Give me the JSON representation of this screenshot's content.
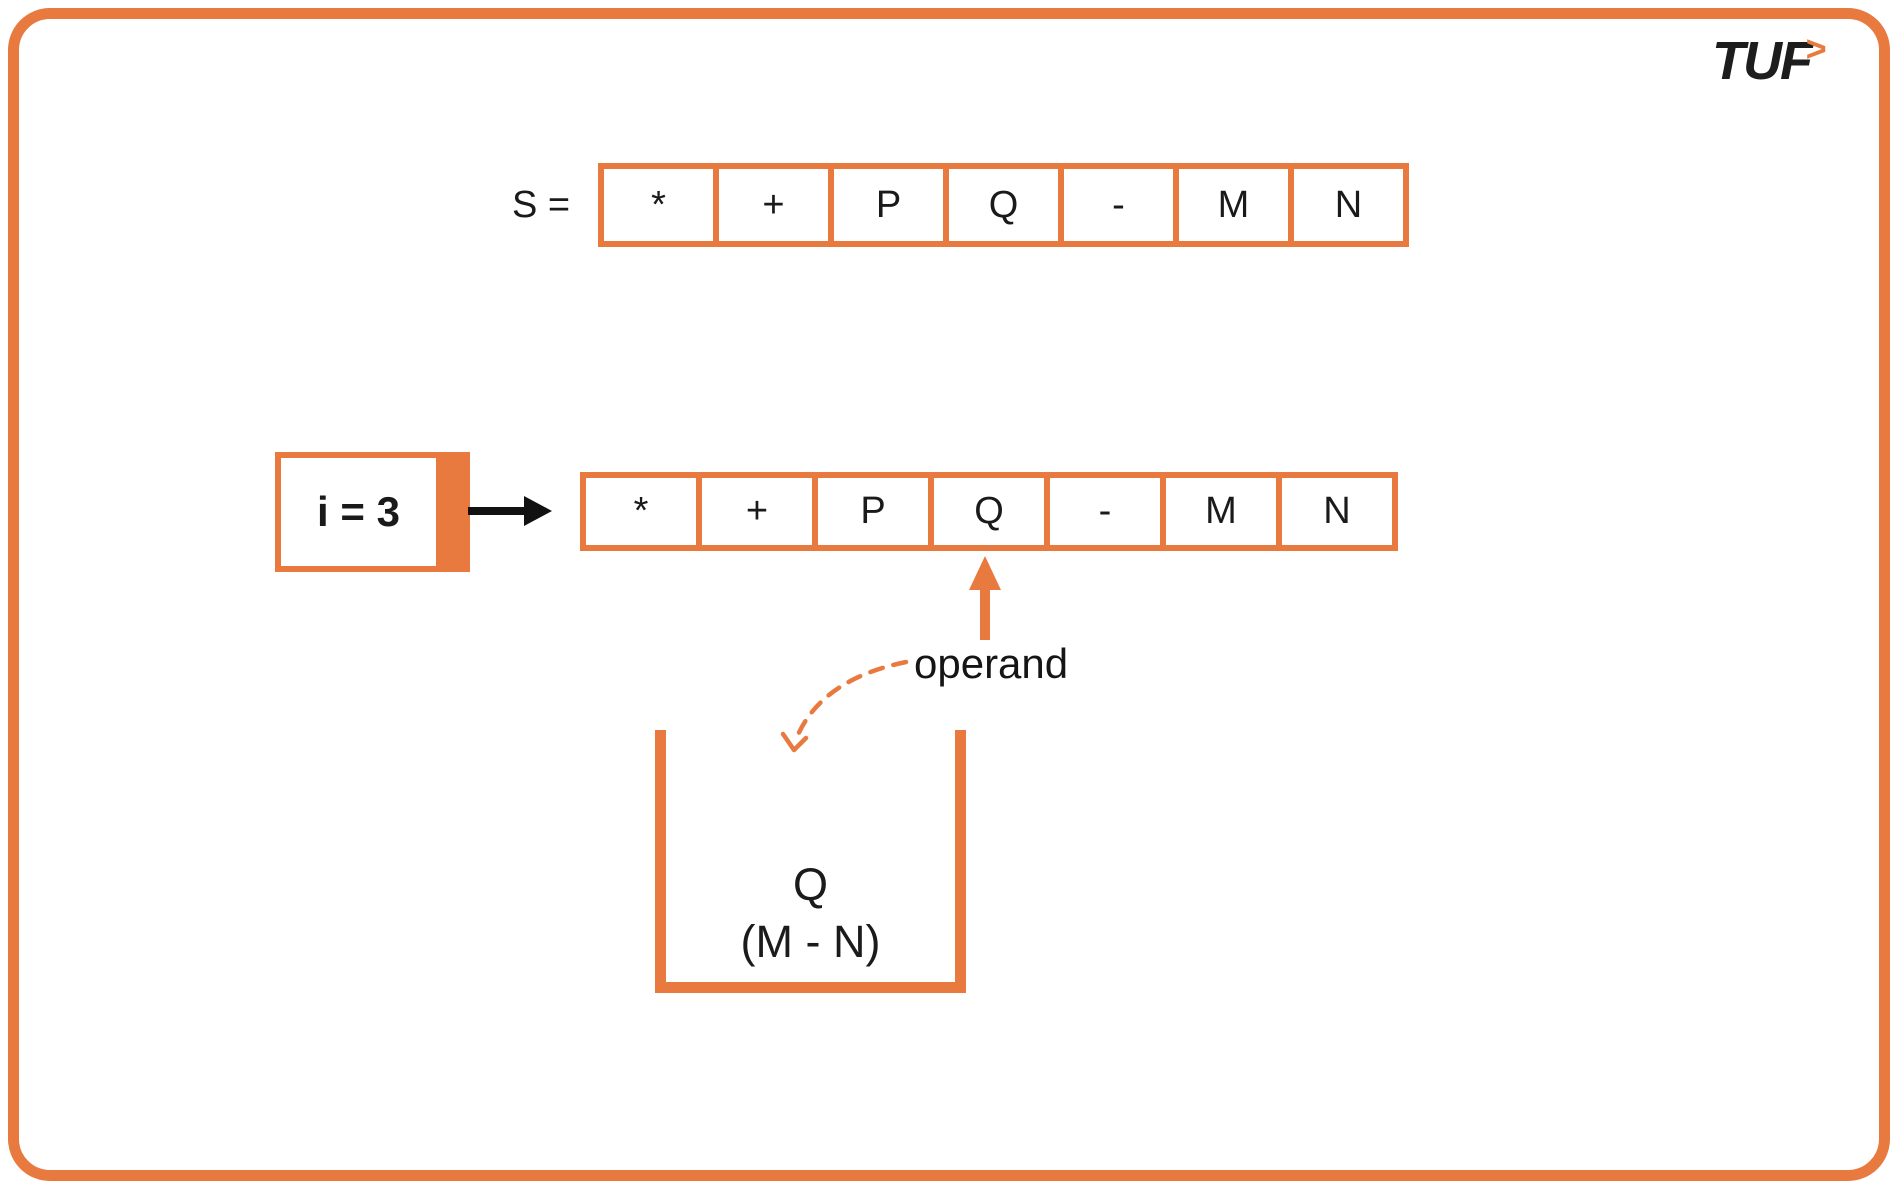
{
  "colors": {
    "accent_orange": "#E87A40",
    "ink_black": "#1B1B1B"
  },
  "logo": {
    "text": "TUF",
    "chevron": ">"
  },
  "expression_row": {
    "label": "S =",
    "cells": [
      "*",
      "+",
      "P",
      "Q",
      "-",
      "M",
      "N"
    ]
  },
  "index_row": {
    "index_label": "i = 3",
    "cells": [
      "*",
      "+",
      "P",
      "Q",
      "-",
      "M",
      "N"
    ],
    "pointed_cell": "Q"
  },
  "annotation": {
    "pointer_label": "operand"
  },
  "stack": {
    "items_top_to_bottom": [
      "Q",
      "(M - N)"
    ]
  }
}
